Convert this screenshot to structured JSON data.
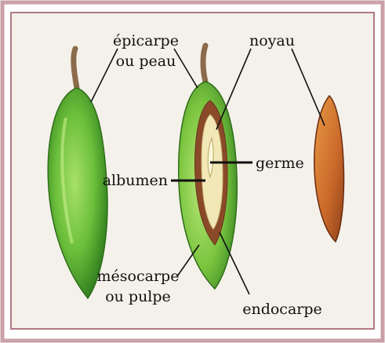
{
  "labels": {
    "epicarpe_line1": "épicarpe",
    "epicarpe_line2": "ou peau",
    "noyau": "noyau",
    "germe": "germe",
    "albumen": "albumen",
    "mesocarpe_line1": "mésocarpe",
    "mesocarpe_line2": "ou pulpe",
    "endocarpe": "endocarpe"
  },
  "colors": {
    "border": "#c9a0a8",
    "panel": "#f4f1ea",
    "skin_green": "#6bbf3a",
    "skin_dark": "#2f7d1e",
    "pulp_green": "#8fd04a",
    "endocarp_brown": "#8a4a2a",
    "albumen_cream": "#f2e7b6",
    "seed_orange": "#d2742a"
  }
}
